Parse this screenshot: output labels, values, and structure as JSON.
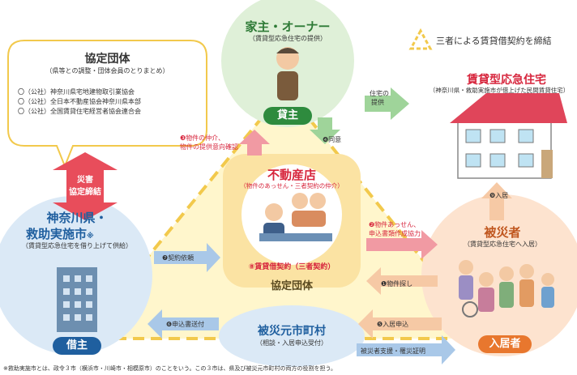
{
  "landlord_block": {
    "title": "家主・オーナー",
    "subtitle": "（賃貸型応急住宅の提供）",
    "badge": "貸主"
  },
  "agreement_group": {
    "title": "協定団体",
    "subtitle": "（県等との調整・団体会員のとりまとめ）",
    "members": [
      "〇（公社）神奈川県宅地建物取引業協会",
      "〇（公社）全日本不動産協会神奈川県本部",
      "〇（公社）全国賃貸住宅経営者協会連合会"
    ]
  },
  "legend": {
    "label": "三者による賃貸借契約を締結"
  },
  "housing": {
    "title": "賃貸型応急住宅",
    "subtitle": "（神奈川県・救助実施市が借上げた民間賃貸住宅）"
  },
  "disaster_arrow": {
    "line1": "災害",
    "line2": "協定締結"
  },
  "realtor": {
    "title": "不動産店",
    "subtitle": "（物件のあっせん・三者契約の仲介）",
    "contract": "⑧賃貸借契約（三者契約）",
    "group_label": "協定団体"
  },
  "prefecture": {
    "title_line1": "神奈川県・",
    "title_line2": "救助実施市",
    "note_mark": "※",
    "subtitle": "（賃貸型応急住宅を借り上げて供給）",
    "badge": "借主"
  },
  "victims": {
    "title": "被災者",
    "subtitle": "（賃貸型応急住宅へ入居）",
    "badge": "入居者"
  },
  "municipality": {
    "title": "被災元市町村",
    "subtitle": "（相談・入居申込受付）"
  },
  "steps": {
    "s1": "❶物件探し",
    "s2_line1": "❷物件あっせん、",
    "s2_line2": "申込書類作成協力",
    "s3_line1": "❸物件の仲介、",
    "s3_line2": "物件の提供意向確認",
    "s4": "❹同意",
    "s5": "❺入居申込",
    "s6": "❻申込書送付",
    "s7": "❼契約依頼",
    "s9": "❾入居",
    "provide_line1": "住宅の",
    "provide_line2": "提供",
    "support": "被災者支援・罹災証明"
  },
  "footnote": "※救助実施市とは、政令３市（横浜市・川崎市・相模原市）のことをいう。この３市は、県及び被災元市町村の両方の役割を担う。",
  "colors": {
    "green_dark": "#2e8b3e",
    "red": "#d7263d",
    "blue_dark": "#1f5f9f",
    "orange": "#e8772e",
    "yellow": "#f5d34a"
  }
}
